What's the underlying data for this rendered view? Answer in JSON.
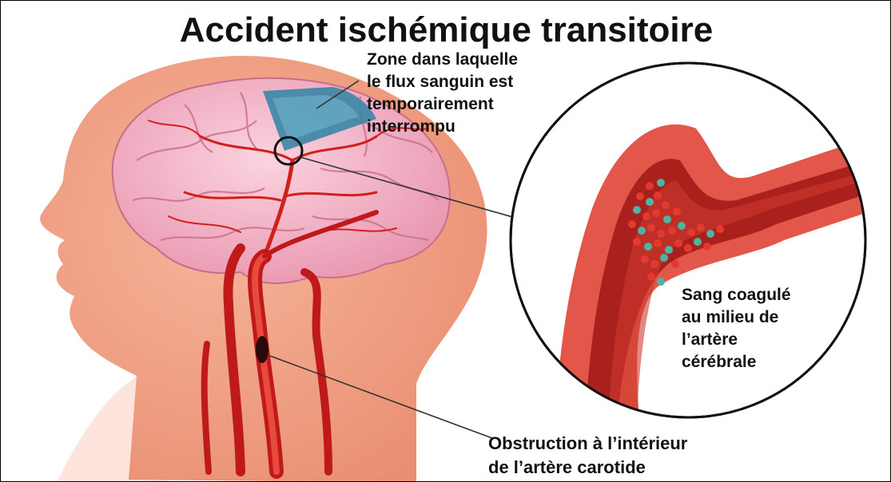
{
  "title": "Accident ischémique transitoire",
  "labels": {
    "zone": [
      "Zone dans laquelle",
      "le flux sanguin est",
      "temporairement",
      "interrompu"
    ],
    "clot": [
      "Sang coagulé",
      "au milieu de",
      "l’artère",
      "cérébrale"
    ],
    "carotid": [
      "Obstruction à l’intérieur",
      "de l’artère carotide"
    ]
  },
  "colors": {
    "skin": "#f2a184",
    "skin_dark": "#e6836a",
    "brain": "#f4b7c8",
    "artery": "#d11f1c",
    "ischemic_zone": "#3a86a6",
    "clot_red": "#e23a2e",
    "clot_teal": "#4fb3a3"
  }
}
